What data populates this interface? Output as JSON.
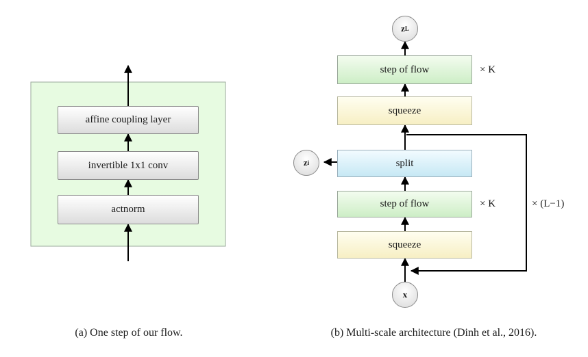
{
  "panel_a": {
    "layers": [
      "affine coupling layer",
      "invertible 1x1 conv",
      "actnorm"
    ],
    "caption": "(a) One step of our flow."
  },
  "panel_b": {
    "output_node": {
      "base": "z",
      "sub": "L"
    },
    "side_node": {
      "base": "z",
      "sub": "i"
    },
    "input_node": "x",
    "blocks": {
      "top_step": "step of flow",
      "top_squeeze": "squeeze",
      "split": "split",
      "mid_step": "step of flow",
      "bottom_squeeze": "squeeze"
    },
    "repeat_top": "× K",
    "repeat_mid": "× K",
    "repeat_loop": "× (L−1)",
    "caption": "(b) Multi-scale architecture (Dinh et al., 2016)."
  }
}
